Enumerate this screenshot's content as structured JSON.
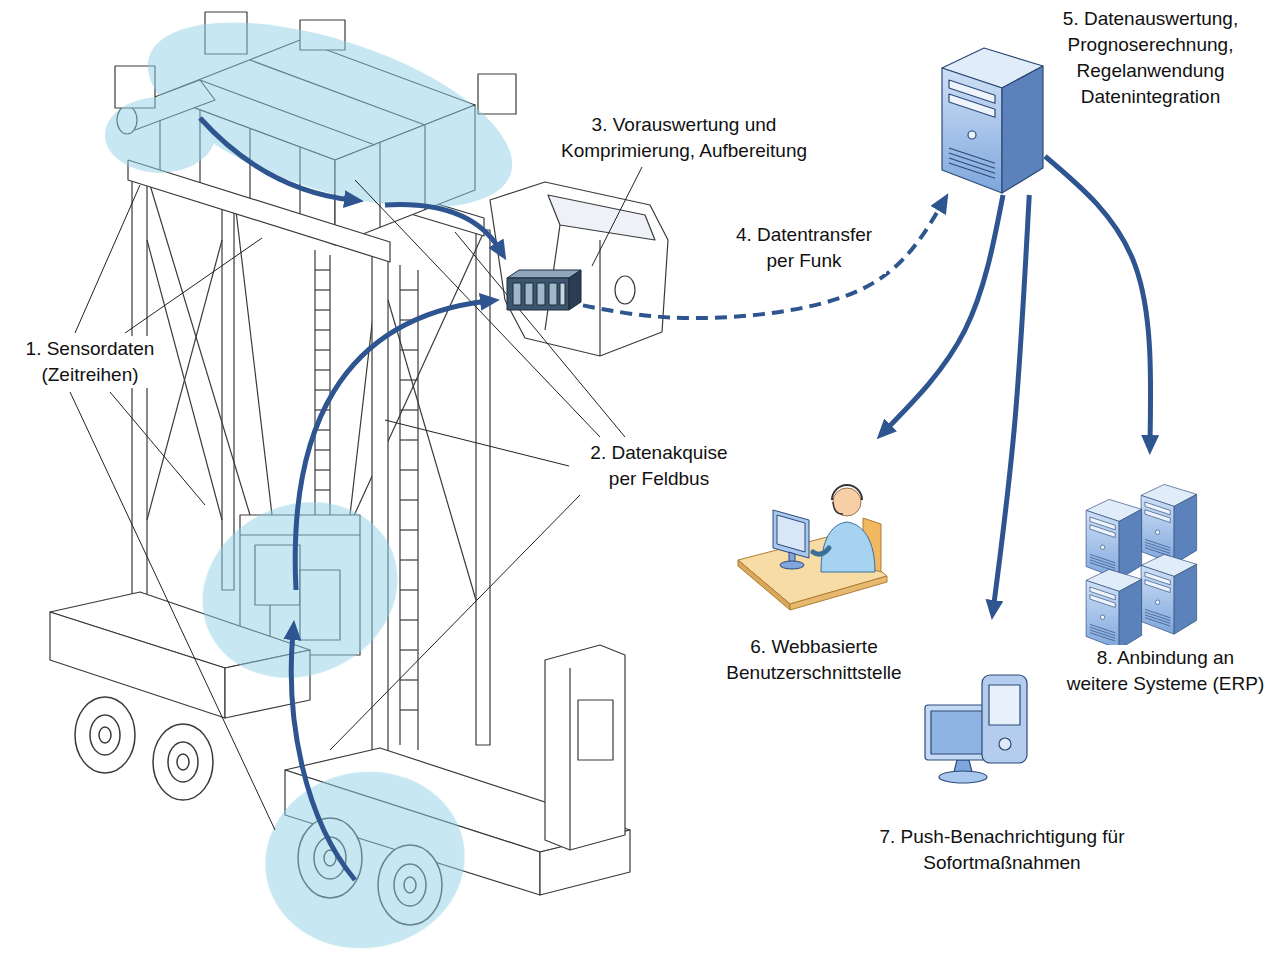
{
  "diagram": {
    "nodes": [
      {
        "text": [
          "3. Vorauswertung und Komprimierung, Aufbereitung"
        ]
      },
      {
        "text": [
          "5. Datenauswertung, Prognoserechnung, Regelanwendung Datenintegration"
        ]
      },
      {
        "text": [
          "6. Webbasierte Benutzerschnittstelle"
        ]
      },
      {
        "text": [
          "7. Push-Benachrichtigung für Sofortmaßnahmen"
        ]
      },
      {
        "text": [
          "8. Anbindung an weitere Systeme (ERP)"
        ]
      }
    ],
    "edges": [
      {
        "from": 0,
        "to": 1,
        "arrow": "to",
        "label": "4. Datentransfer per Funk"
      },
      {
        "from": 1,
        "to": 2,
        "arrow": "to"
      },
      {
        "from": 1,
        "to": 3,
        "arrow": "to"
      },
      {
        "from": 1,
        "to": 4,
        "arrow": "to"
      }
    ],
    "labels": [
      "1. Sensordaten (Zeitreihen)",
      "2. Datenakquise per Feldbus"
    ]
  }
}
